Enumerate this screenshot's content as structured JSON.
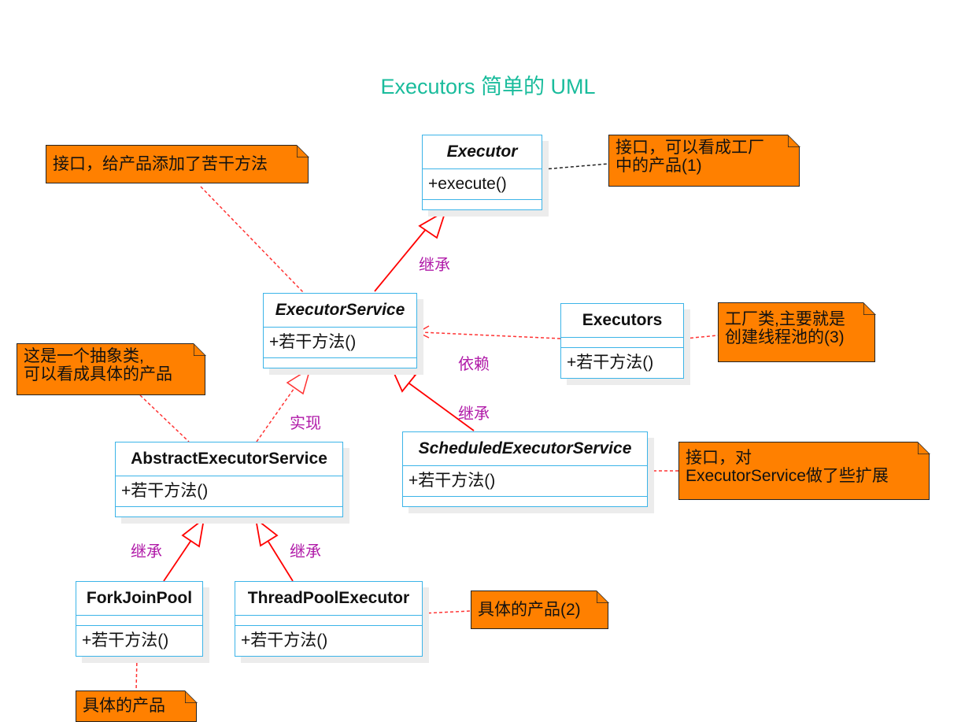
{
  "title": "Executors 简单的 UML",
  "classes": {
    "executor": {
      "name": "Executor",
      "op": "+execute()"
    },
    "executor_service": {
      "name": "ExecutorService",
      "op": "+若干方法()"
    },
    "executors": {
      "name": "Executors",
      "op": "+若干方法()"
    },
    "abstract_executor_service": {
      "name": "AbstractExecutorService",
      "op": "+若干方法()"
    },
    "scheduled_executor_service": {
      "name": "ScheduledExecutorService",
      "op": "+若干方法()"
    },
    "fork_join_pool": {
      "name": "ForkJoinPool",
      "op": "+若干方法()"
    },
    "thread_pool_executor": {
      "name": "ThreadPoolExecutor",
      "op": "+若干方法()"
    }
  },
  "notes": {
    "executor_service_note": {
      "line1": "接口，给产品添加了苦干方法"
    },
    "executor_note": {
      "line1": "接口，可以看成工厂",
      "line2": "中的产品(1)"
    },
    "abstract_note": {
      "line1": "这是一个抽象类,",
      "line2": "可以看成具体的产品"
    },
    "executors_note": {
      "line1": "工厂类,主要就是",
      "line2": "创建线程池的(3)"
    },
    "scheduled_note": {
      "line1": "接口，对",
      "line2": "ExecutorService做了些扩展"
    },
    "thread_pool_note": {
      "line1": "具体的产品(2)"
    },
    "fork_join_note": {
      "line1": "具体的产品"
    }
  },
  "labels": {
    "inherit_1": "继承",
    "depend": "依赖",
    "inherit_2": "继承",
    "implement": "实现",
    "inherit_3": "继承",
    "inherit_4": "继承"
  },
  "colors": {
    "title": "#1abc9c",
    "class_border": "#3cb4e8",
    "note_fill": "#ff8000",
    "relation_line": "#ff0000",
    "relation_label": "#b01aa8"
  }
}
